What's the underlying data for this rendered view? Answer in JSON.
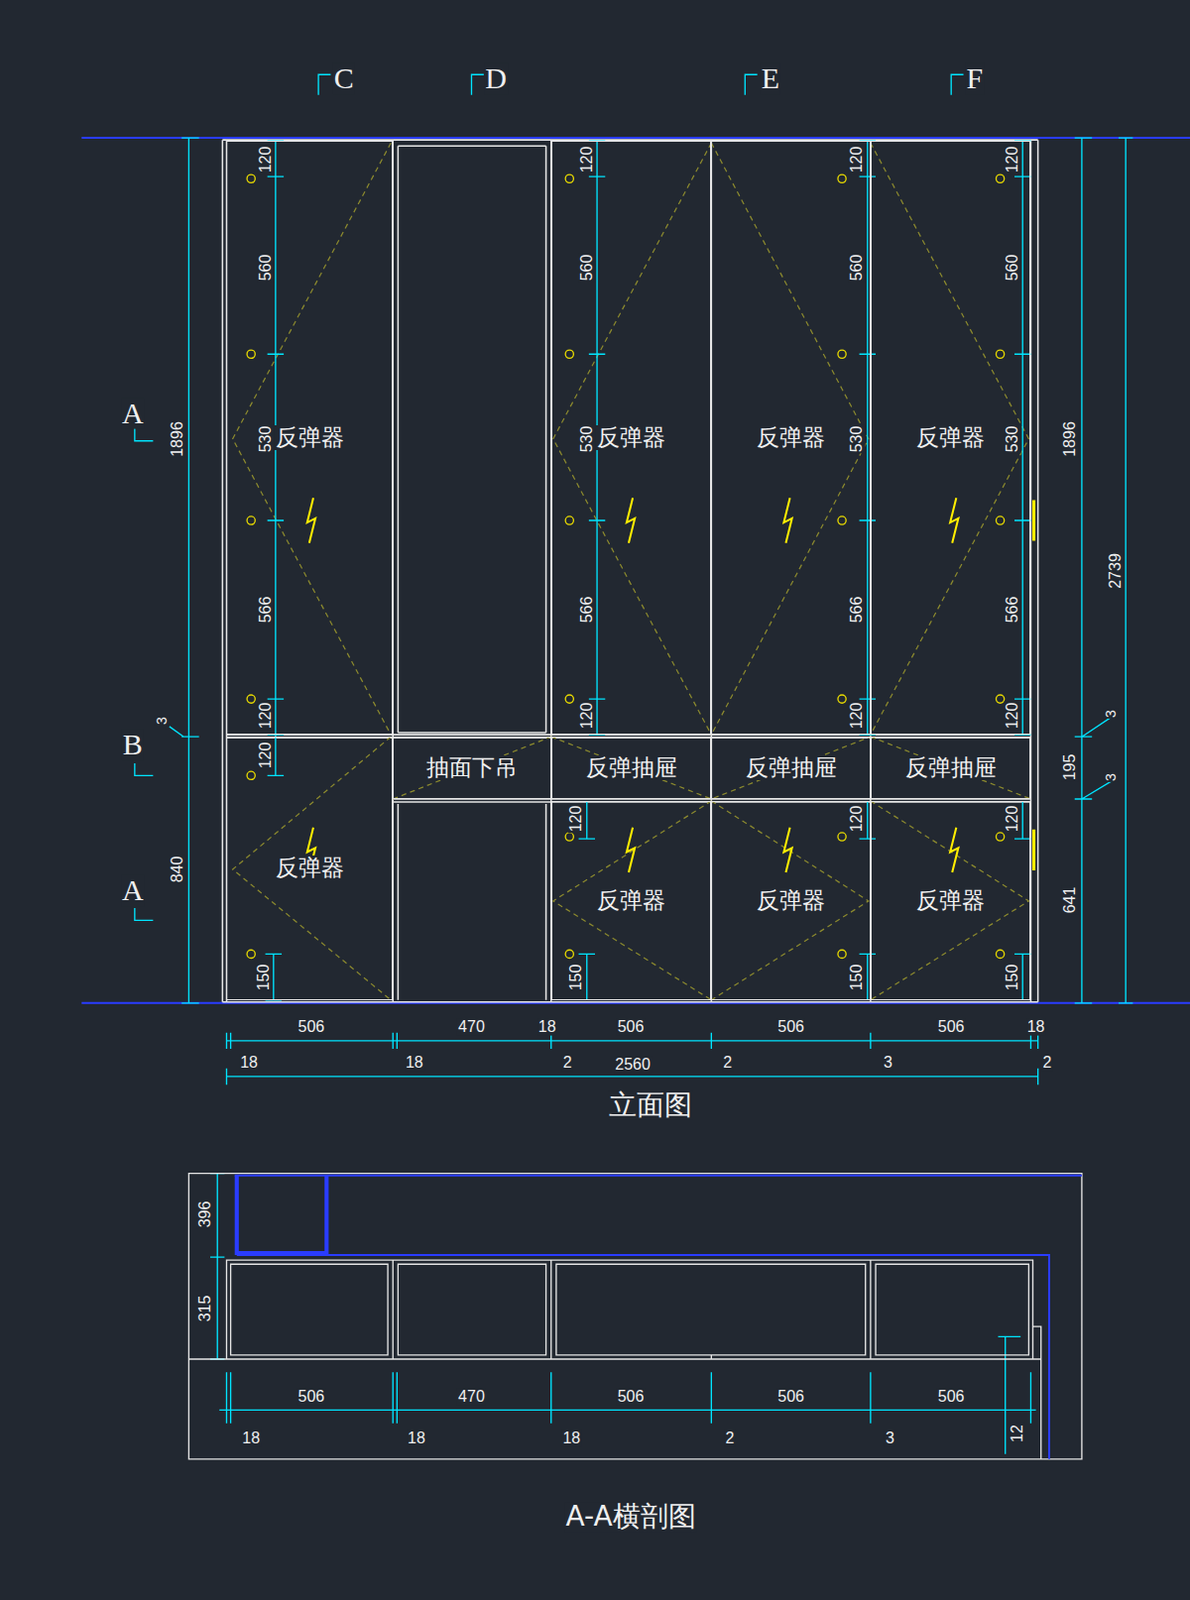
{
  "diagram": {
    "nodes": [
      {
        "text": [
          "反弹器"
        ]
      },
      {
        "text": [
          "反弹器"
        ]
      },
      {
        "text": [
          "反弹器"
        ]
      },
      {
        "text": [
          "反弹器"
        ]
      },
      {
        "text": [
          "抽面下吊"
        ]
      },
      {
        "text": [
          "反弹抽屉"
        ]
      },
      {
        "text": [
          "反弹抽屉"
        ]
      },
      {
        "text": [
          "反弹抽屉"
        ]
      },
      {
        "text": [
          "反弹器"
        ]
      },
      {
        "text": [
          "反弹器"
        ]
      },
      {
        "text": [
          "反弹器"
        ]
      },
      {
        "text": [
          "反弹器"
        ]
      }
    ],
    "labels": [
      "C",
      "D",
      "E",
      "F",
      "A",
      "1896",
      "3",
      "B",
      "840",
      "A",
      "120",
      "560",
      "530",
      "566",
      "120",
      "120",
      "150",
      "120",
      "560",
      "530",
      "566",
      "120",
      "120",
      "150",
      "120",
      "560",
      "530",
      "566",
      "120",
      "120",
      "150",
      "120",
      "560",
      "530",
      "566",
      "120",
      "120",
      "150",
      "1896",
      "2739",
      "3",
      "195",
      "3",
      "641",
      "506",
      "470",
      "18",
      "506",
      "506",
      "506",
      "18",
      "18",
      "18",
      "2",
      "2560",
      "2",
      "3",
      "2",
      "立面图",
      "396",
      "315",
      "506",
      "470",
      "506",
      "506",
      "506",
      "18",
      "18",
      "18",
      "2",
      "3",
      "12",
      "A-A横剖图"
    ]
  }
}
